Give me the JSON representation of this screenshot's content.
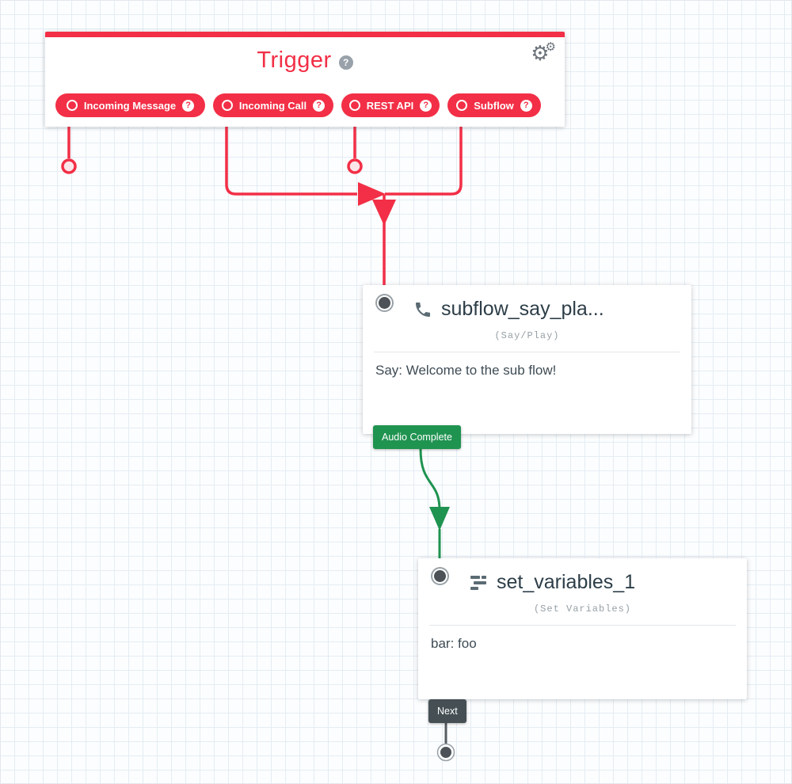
{
  "icons": {
    "gear": "⚙",
    "help": "?"
  },
  "trigger": {
    "title": "Trigger",
    "pills": [
      {
        "label": "Incoming Message"
      },
      {
        "label": "Incoming Call"
      },
      {
        "label": "REST API"
      },
      {
        "label": "Subflow"
      }
    ]
  },
  "widgets": {
    "say_play": {
      "title": "subflow_say_pla...",
      "type": "(Say/Play)",
      "body": "Say: Welcome to the sub flow!",
      "transition": "Audio Complete"
    },
    "set_variables": {
      "title": "set_variables_1",
      "type": "(Set Variables)",
      "body": "bar: foo",
      "transition": "Next"
    }
  },
  "colors": {
    "trigger_red": "#F22F46",
    "transition_green": "#1F9350",
    "transition_slate": "#454F54",
    "port_gray": "#4C5257"
  }
}
